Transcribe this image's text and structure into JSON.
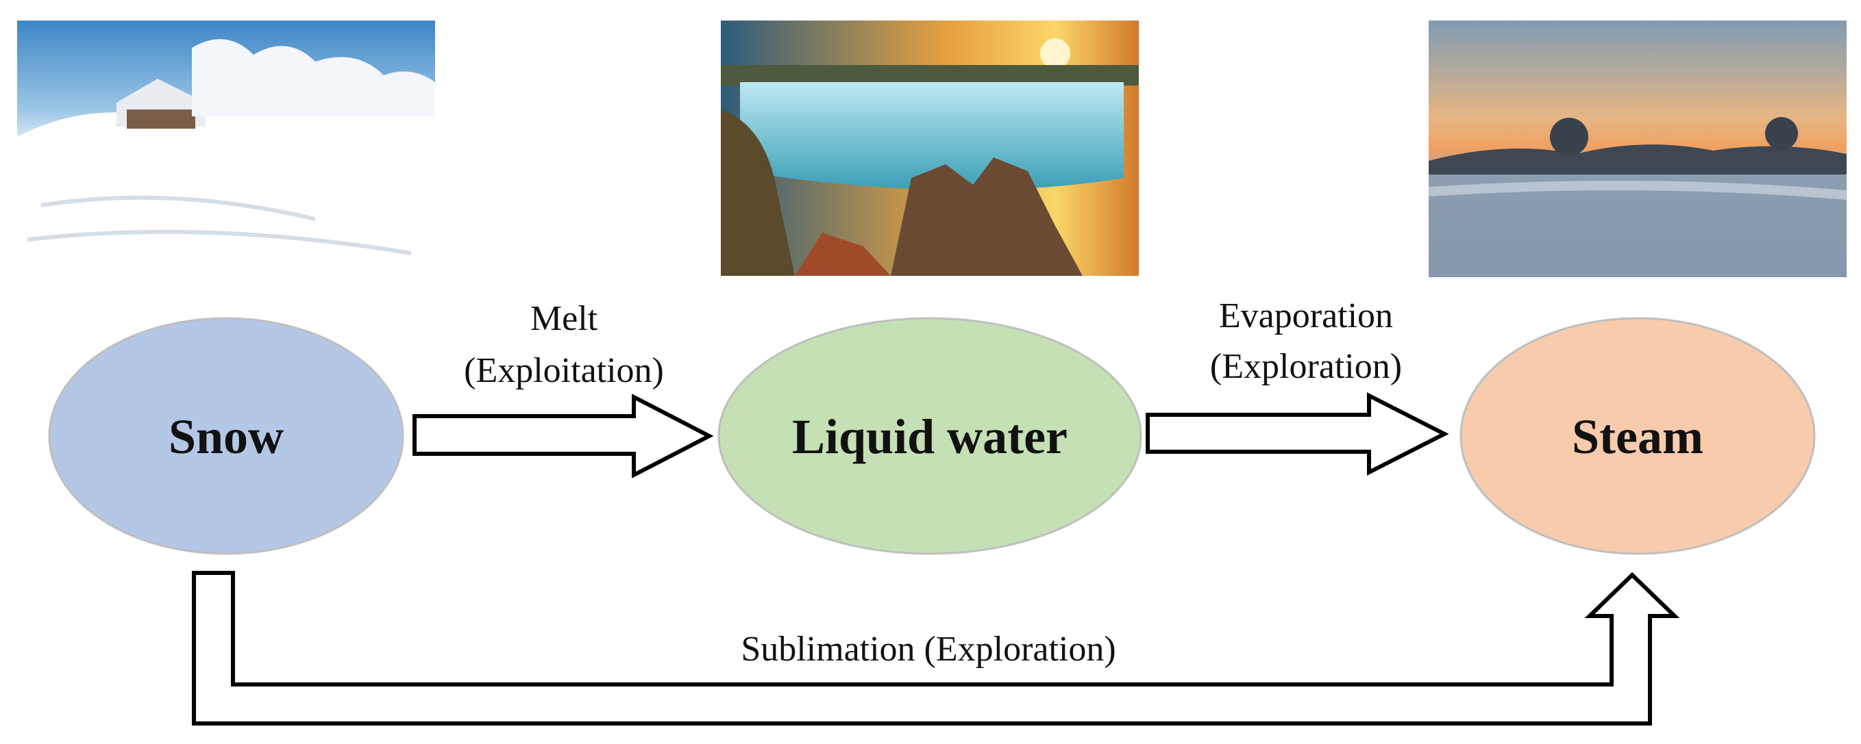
{
  "nodes": {
    "snow": {
      "label": "Snow",
      "color": "#b4c7e7"
    },
    "liquid": {
      "label": "Liquid water",
      "color": "#c5e0b4"
    },
    "steam": {
      "label": "Steam",
      "color": "#f8cbad"
    }
  },
  "edges": {
    "melt": {
      "line1": "Melt",
      "line2": "(Exploitation)"
    },
    "evaporation": {
      "line1": "Evaporation",
      "line2": "(Exploration)"
    },
    "sublimation": {
      "label": "Sublimation (Exploration)"
    }
  },
  "images": {
    "snow": "snowy landscape photo",
    "liquid": "waterfall at sunset photo",
    "steam": "misty lake at dawn photo"
  },
  "colors": {
    "outline": "#000000",
    "ellipse_border": "#bfbfbf"
  }
}
